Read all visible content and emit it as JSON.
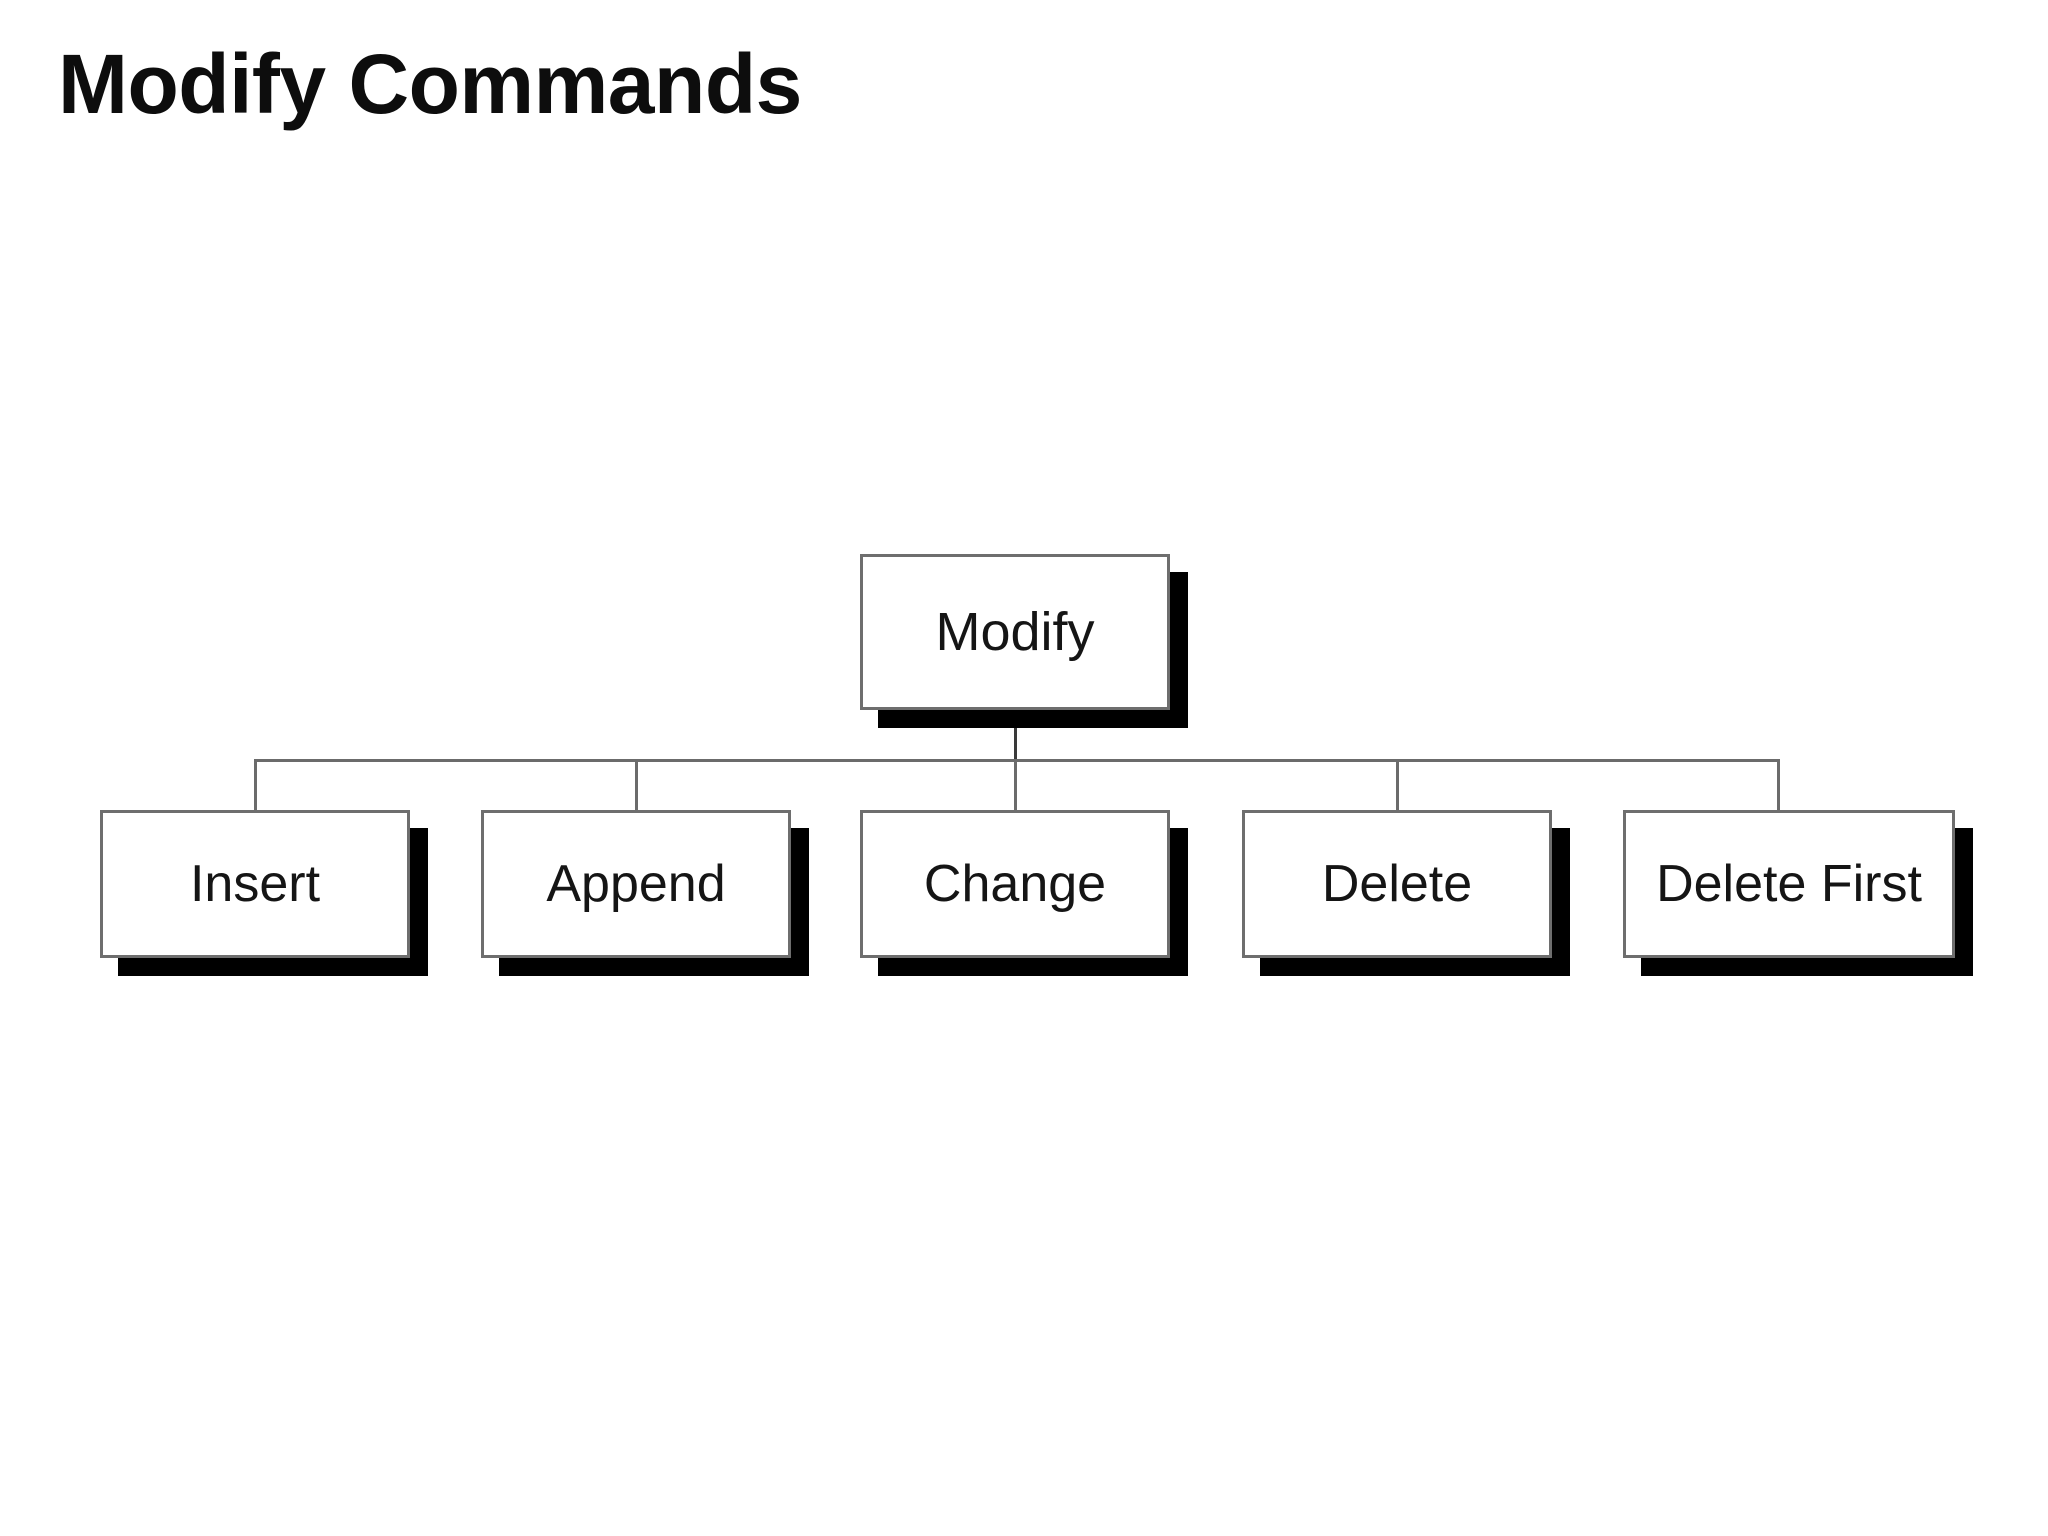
{
  "slide": {
    "title": "Modify Commands",
    "background_color": "#ffffff",
    "text_color": "#0d0d0d"
  },
  "diagram": {
    "type": "org-chart",
    "orientation": "top-down",
    "box_fill": "#ffffff",
    "box_border_color": "#6e6e6e",
    "shadow_color": "#000000",
    "connector_color": "#6b6b6b",
    "root": {
      "label": "Modify"
    },
    "children": [
      {
        "label": "Insert"
      },
      {
        "label": "Append"
      },
      {
        "label": "Change"
      },
      {
        "label": "Delete"
      },
      {
        "label": "Delete First"
      }
    ]
  }
}
